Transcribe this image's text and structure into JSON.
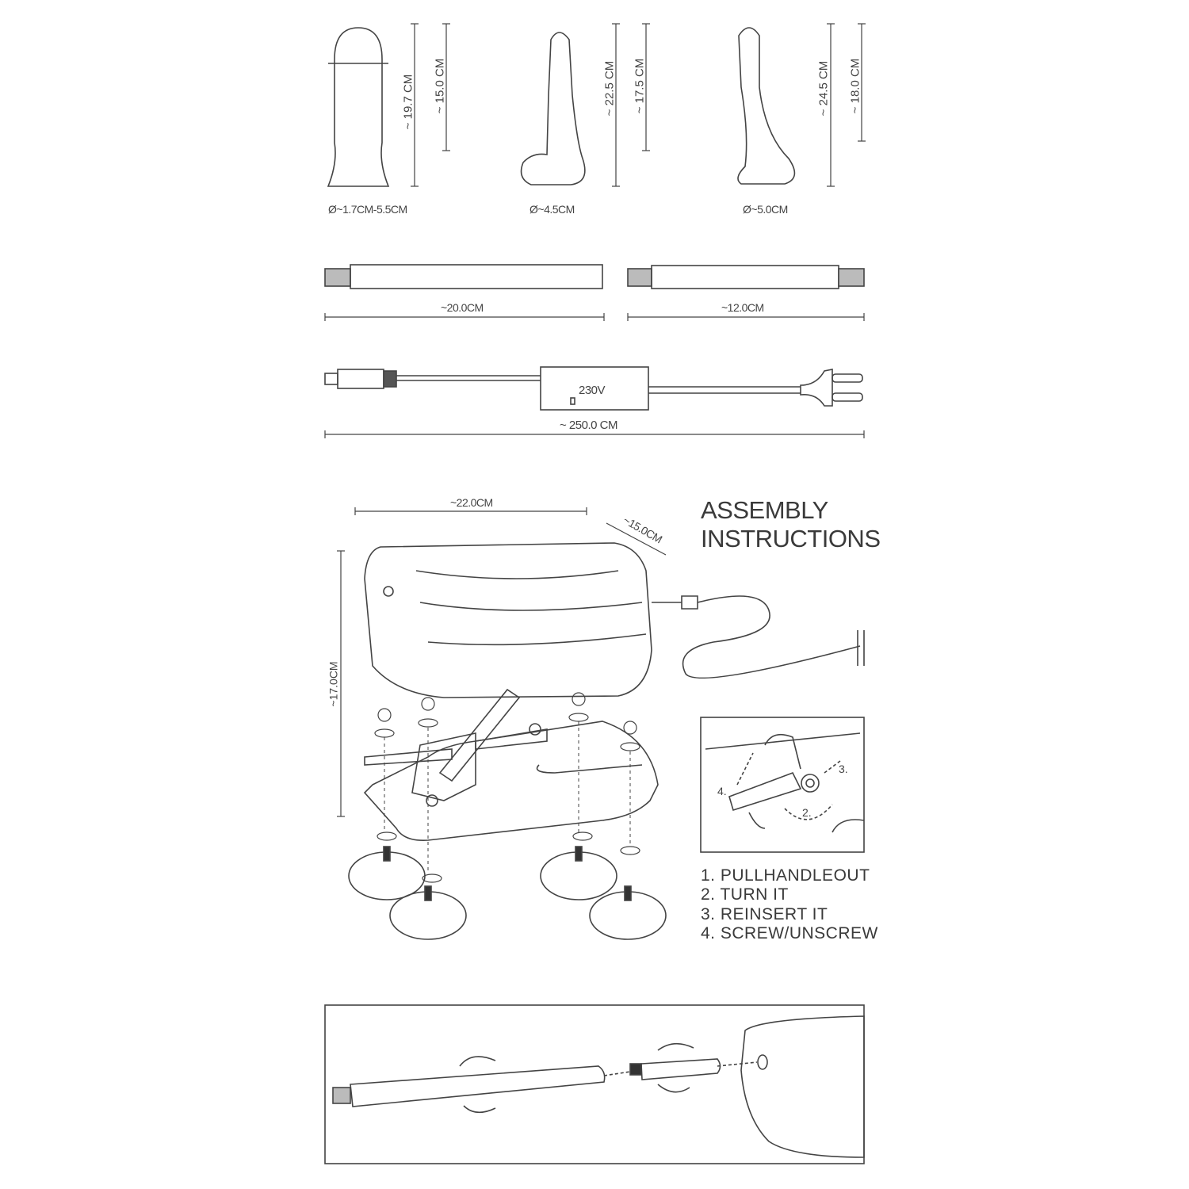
{
  "attachments": [
    {
      "total_length": "~ 19.7 CM",
      "insertable_length": "~ 15.0 CM",
      "diameter": "Ø~1.7CM-5.5CM"
    },
    {
      "total_length": "~ 22.5 CM",
      "insertable_length": "~ 17.5 CM",
      "diameter": "Ø~4.5CM"
    },
    {
      "total_length": "~ 24.5 CM",
      "insertable_length": "~ 18.0 CM",
      "diameter": "Ø~5.0CM"
    }
  ],
  "rods": [
    {
      "length": "~20.0CM"
    },
    {
      "length": "~12.0CM"
    }
  ],
  "power_adapter": {
    "voltage": "230V",
    "cable_length": "~ 250.0 CM"
  },
  "machine": {
    "width": "~22.0CM",
    "depth": "~15.0CM",
    "height": "~17.0CM"
  },
  "assembly": {
    "title_line1": "ASSEMBLY",
    "title_line2": "INSTRUCTIONS",
    "inset_labels": [
      "4.",
      "3.",
      "2."
    ],
    "steps": [
      "1. PULLHANDLEOUT",
      "2. TURN IT",
      "3. REINSERT IT",
      "4. SCREW/UNSCREW"
    ]
  }
}
